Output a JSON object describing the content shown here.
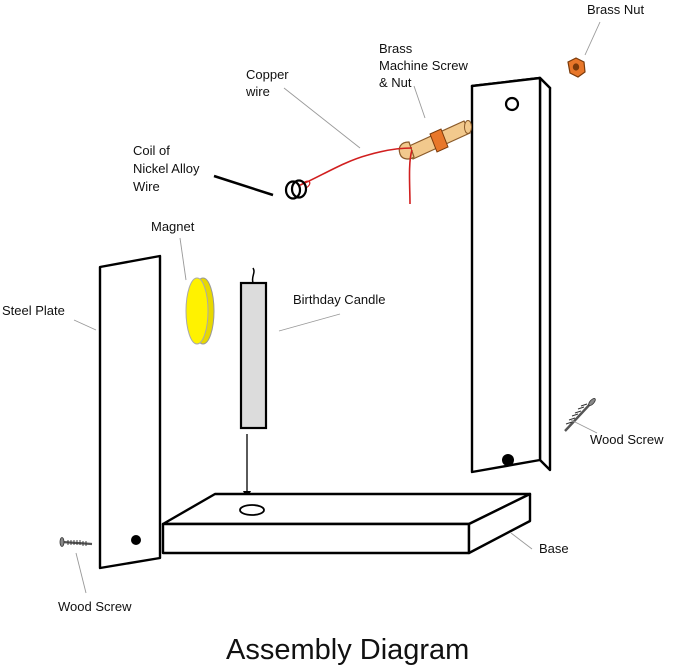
{
  "title": "Assembly Diagram",
  "labels": {
    "brass_nut": "Brass Nut",
    "machine_screw_line1": "Brass",
    "machine_screw_line2": "Machine Screw",
    "machine_screw_line3": "& Nut",
    "copper_line1": "Copper",
    "copper_line2": "wire",
    "coil_line1": "Coil of",
    "coil_line2": "Nickel Alloy",
    "coil_line3": "Wire",
    "magnet": "Magnet",
    "steel_plate": "Steel Plate",
    "birthday_candle": "Birthday Candle",
    "wood_screw_right": "Wood Screw",
    "wood_screw_left": "Wood Screw",
    "base": "Base"
  },
  "colors": {
    "brass": "#e8772a",
    "dowel": "#f2c98d",
    "copper_wire": "#d11f1f",
    "magnet": "#fff200",
    "candle": "#dcdcdc",
    "outline": "#000000",
    "leader": "#999999"
  }
}
